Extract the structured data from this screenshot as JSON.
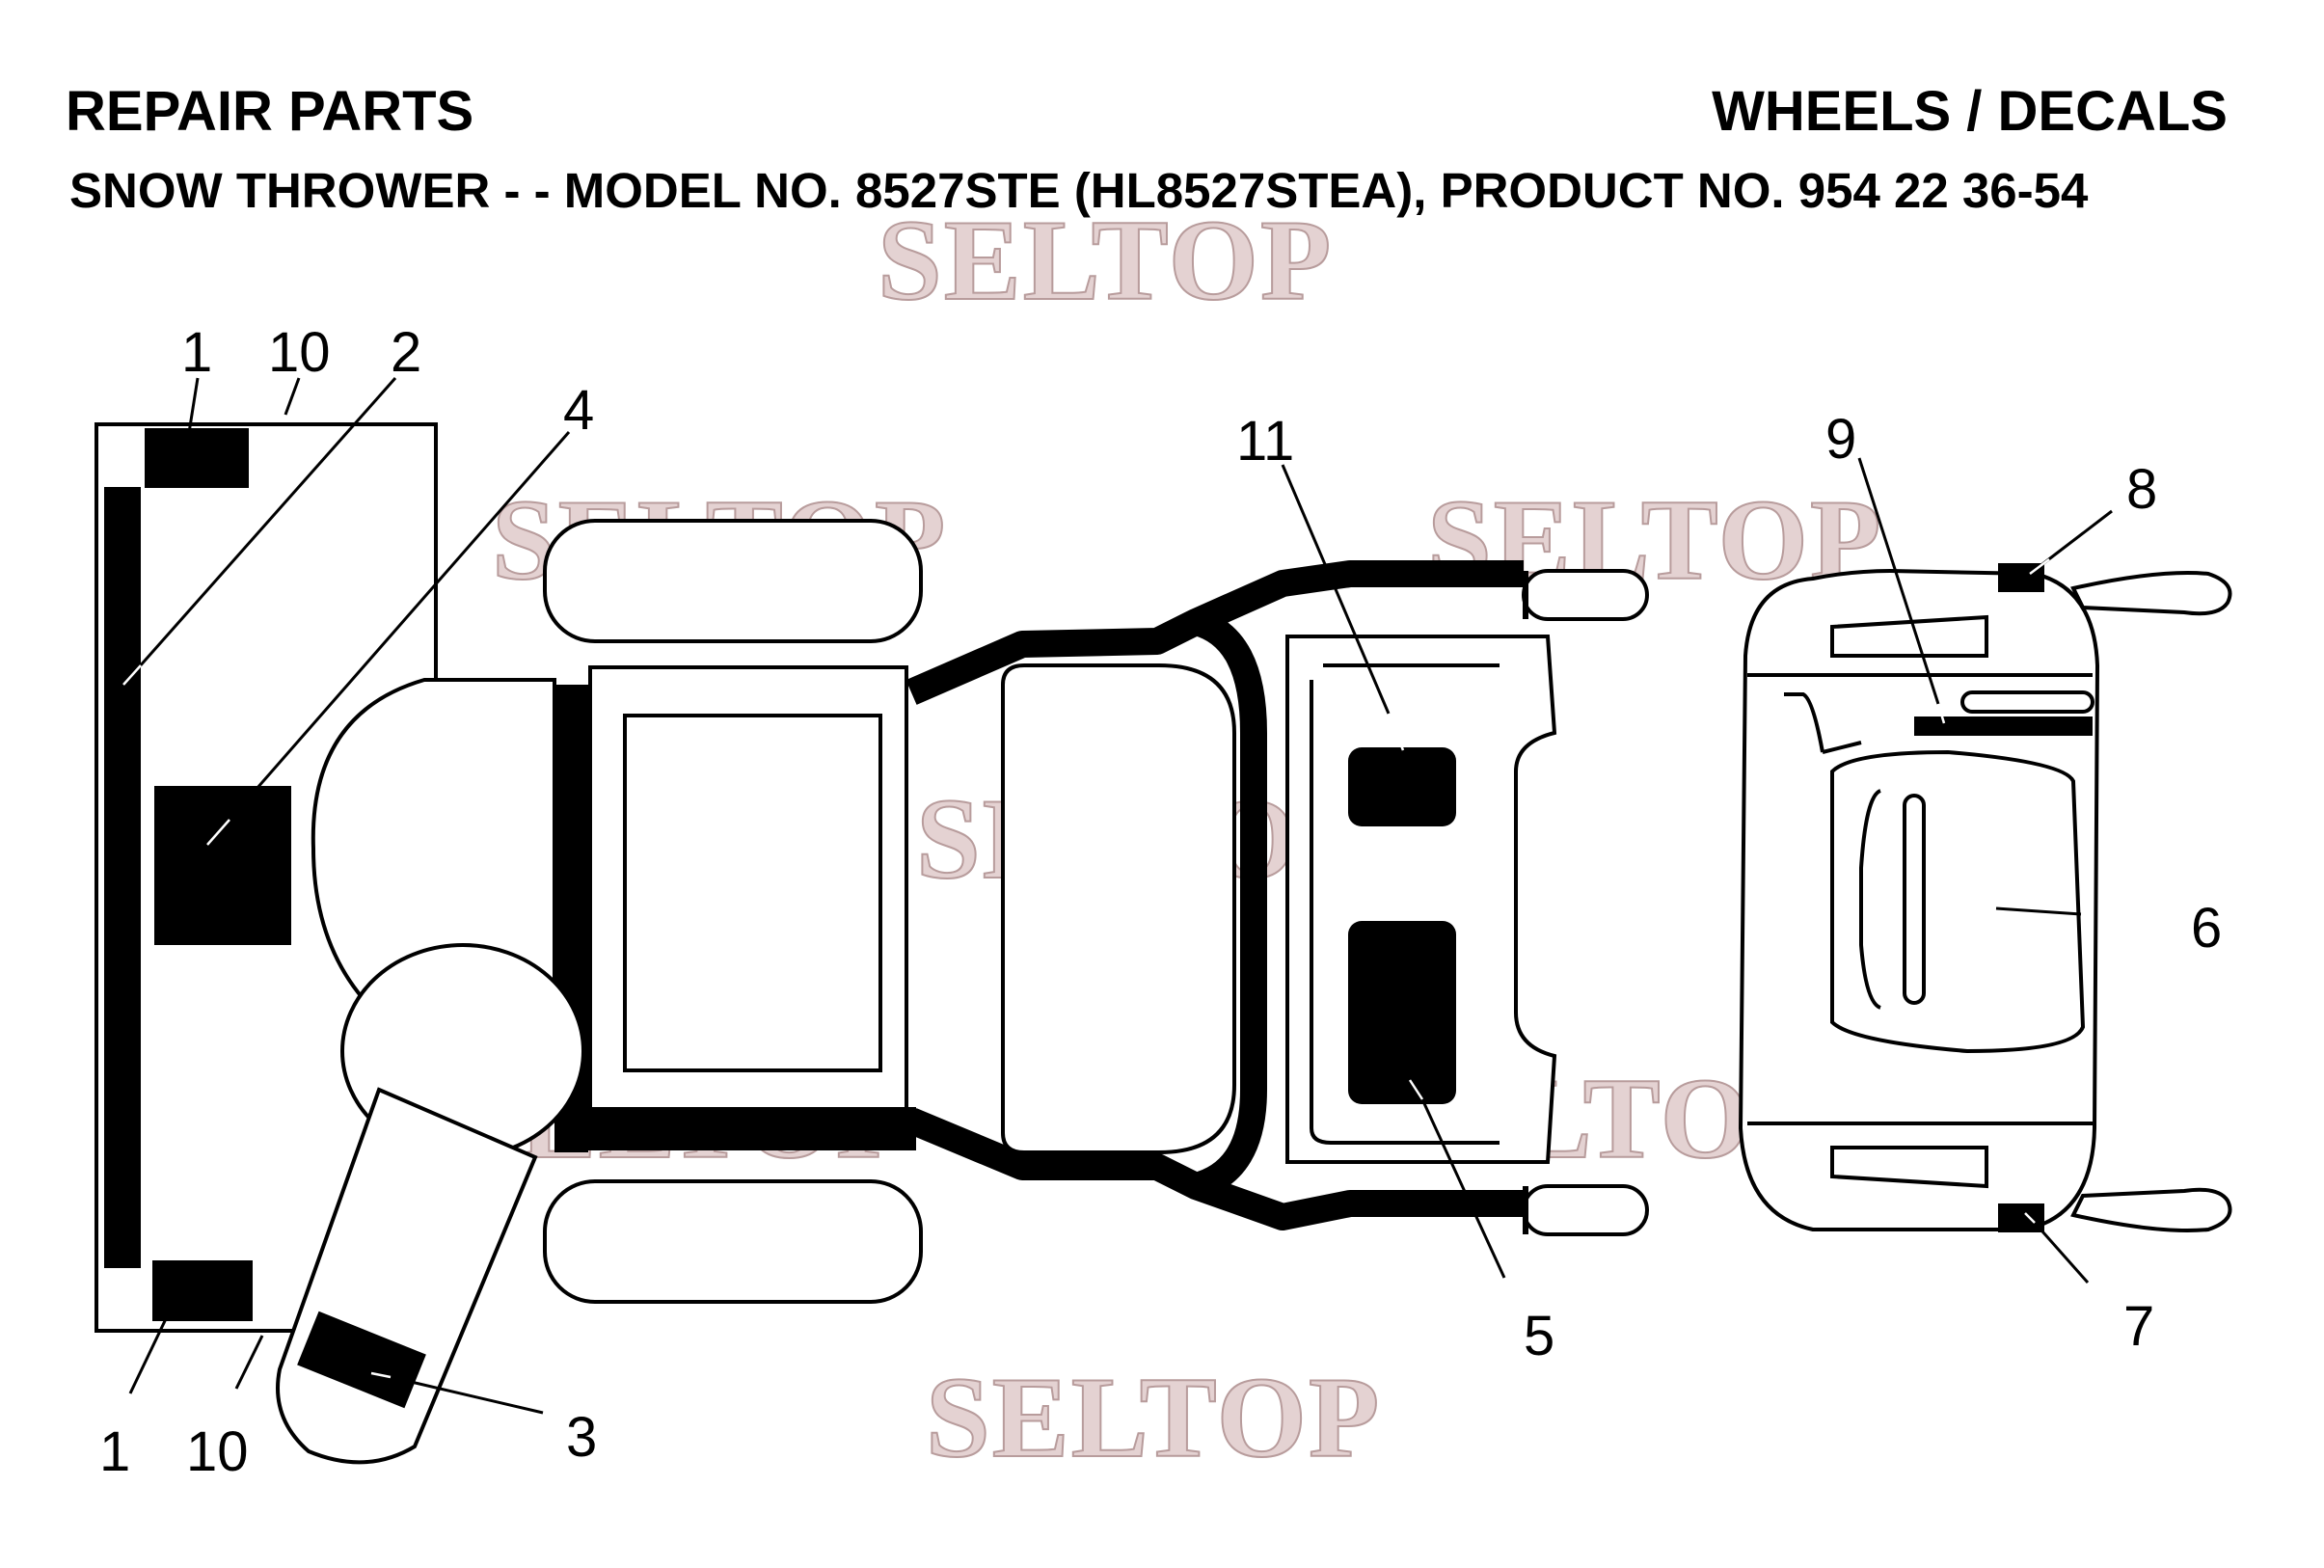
{
  "header": {
    "left_title": "REPAIR PARTS",
    "right_title": "WHEELS / DECALS",
    "subtitle": "SNOW THROWER - - MODEL NO. 8527STE (HL8527STEA), PRODUCT NO. 954 22 36-54"
  },
  "watermark": {
    "text": "SELTOP",
    "color": "#e4d2d2"
  },
  "callouts": {
    "c1_top": "1",
    "c10_top": "10",
    "c2": "2",
    "c4": "4",
    "c11": "11",
    "c9": "9",
    "c8": "8",
    "c6": "6",
    "c5": "5",
    "c7": "7",
    "c3": "3",
    "c1_bottom": "1",
    "c10_bottom": "10"
  }
}
